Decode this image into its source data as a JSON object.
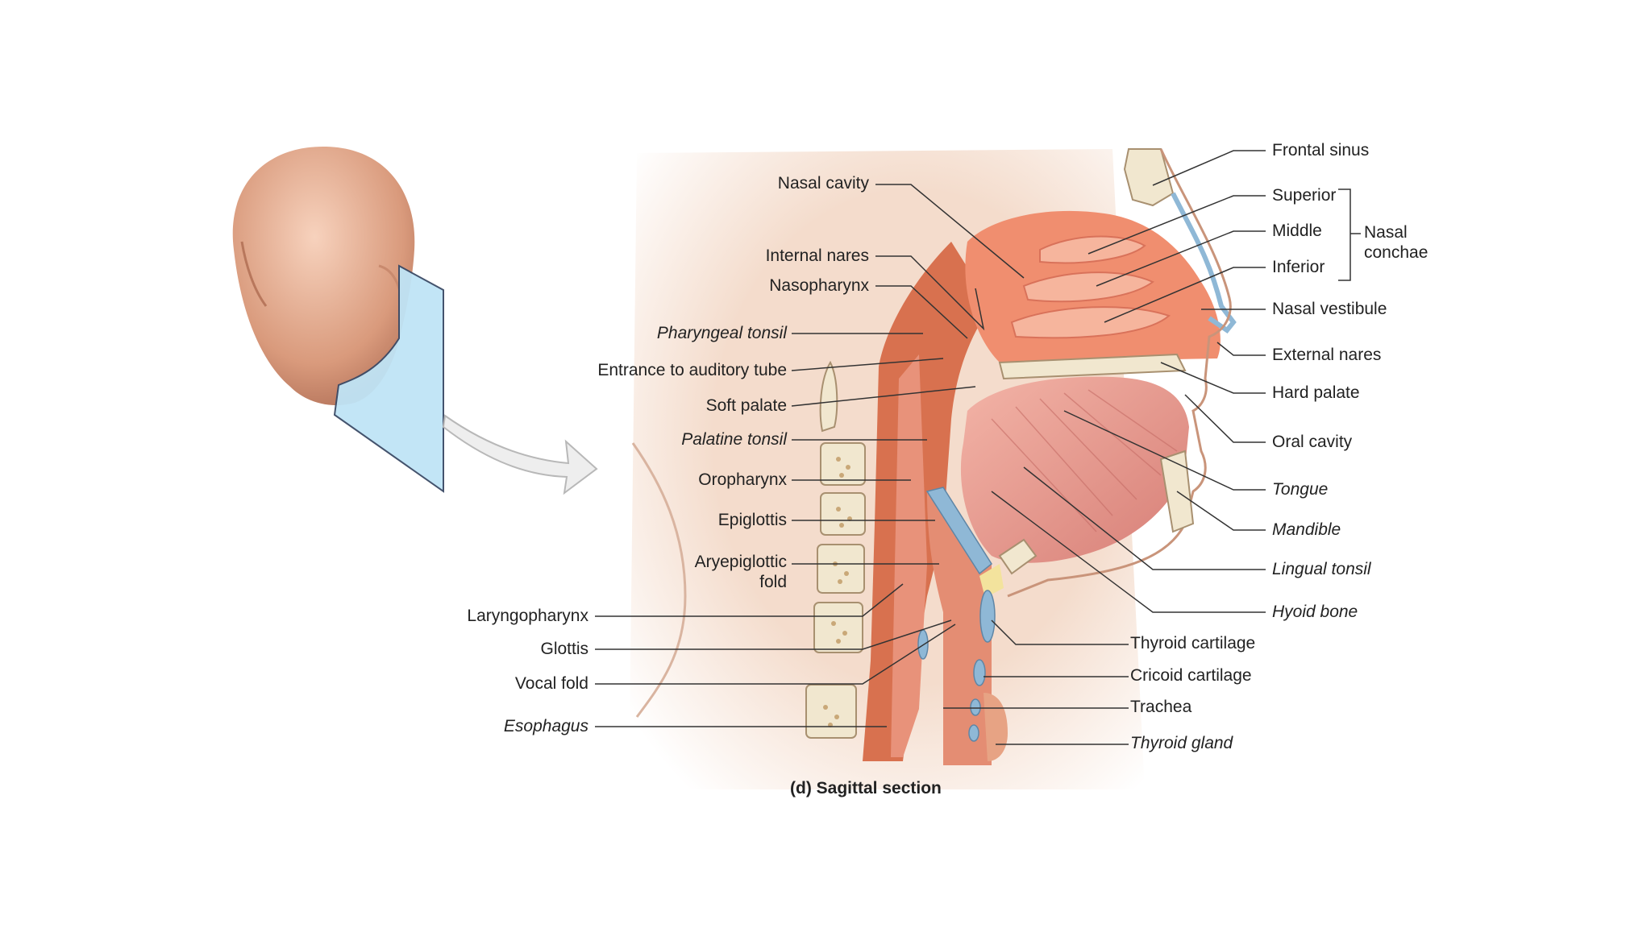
{
  "caption": "(d) Sagittal section",
  "colors": {
    "tissue": "#e2876b",
    "cavity": "#f09e80",
    "bone": "#f1e7cf",
    "cartilage": "#8fb8d6",
    "skin": "#f4dccc",
    "plane": "#bfe4f6"
  },
  "labels_left": [
    {
      "key": "nasal_cavity",
      "text": "Nasal cavity",
      "italic": false
    },
    {
      "key": "internal_nares",
      "text": "Internal nares",
      "italic": false
    },
    {
      "key": "nasopharynx",
      "text": "Nasopharynx",
      "italic": false
    },
    {
      "key": "pharyngeal_tonsil",
      "text": "Pharyngeal tonsil",
      "italic": true
    },
    {
      "key": "entrance_auditory_tube",
      "text": "Entrance to auditory tube",
      "italic": false
    },
    {
      "key": "soft_palate",
      "text": "Soft palate",
      "italic": false
    },
    {
      "key": "palatine_tonsil",
      "text": "Palatine tonsil",
      "italic": true
    },
    {
      "key": "oropharynx",
      "text": "Oropharynx",
      "italic": false
    },
    {
      "key": "epiglottis",
      "text": "Epiglottis",
      "italic": false
    },
    {
      "key": "aryepiglottic_fold_1",
      "text": "Aryepiglottic",
      "italic": false
    },
    {
      "key": "aryepiglottic_fold_2",
      "text": "fold",
      "italic": false
    },
    {
      "key": "laryngopharynx",
      "text": "Laryngopharynx",
      "italic": false
    },
    {
      "key": "glottis",
      "text": "Glottis",
      "italic": false
    },
    {
      "key": "vocal_fold",
      "text": "Vocal fold",
      "italic": false
    },
    {
      "key": "esophagus",
      "text": "Esophagus",
      "italic": true
    }
  ],
  "labels_right": [
    {
      "key": "frontal_sinus",
      "text": "Frontal sinus",
      "italic": false
    },
    {
      "key": "superior",
      "text": "Superior",
      "italic": false
    },
    {
      "key": "middle",
      "text": "Middle",
      "italic": false
    },
    {
      "key": "inferior",
      "text": "Inferior",
      "italic": false
    },
    {
      "key": "nasal_conchae_1",
      "text": "Nasal",
      "italic": false
    },
    {
      "key": "nasal_conchae_2",
      "text": "conchae",
      "italic": false
    },
    {
      "key": "nasal_vestibule",
      "text": "Nasal vestibule",
      "italic": false
    },
    {
      "key": "external_nares",
      "text": "External nares",
      "italic": false
    },
    {
      "key": "hard_palate",
      "text": "Hard palate",
      "italic": false
    },
    {
      "key": "oral_cavity",
      "text": "Oral cavity",
      "italic": false
    },
    {
      "key": "tongue",
      "text": "Tongue",
      "italic": true
    },
    {
      "key": "mandible",
      "text": "Mandible",
      "italic": true
    },
    {
      "key": "lingual_tonsil",
      "text": "Lingual tonsil",
      "italic": true
    },
    {
      "key": "hyoid_bone",
      "text": "Hyoid bone",
      "italic": true
    },
    {
      "key": "thyroid_cartilage",
      "text": "Thyroid cartilage",
      "italic": false
    },
    {
      "key": "cricoid_cartilage",
      "text": "Cricoid cartilage",
      "italic": false
    },
    {
      "key": "trachea",
      "text": "Trachea",
      "italic": false
    },
    {
      "key": "thyroid_gland",
      "text": "Thyroid gland",
      "italic": true
    }
  ]
}
